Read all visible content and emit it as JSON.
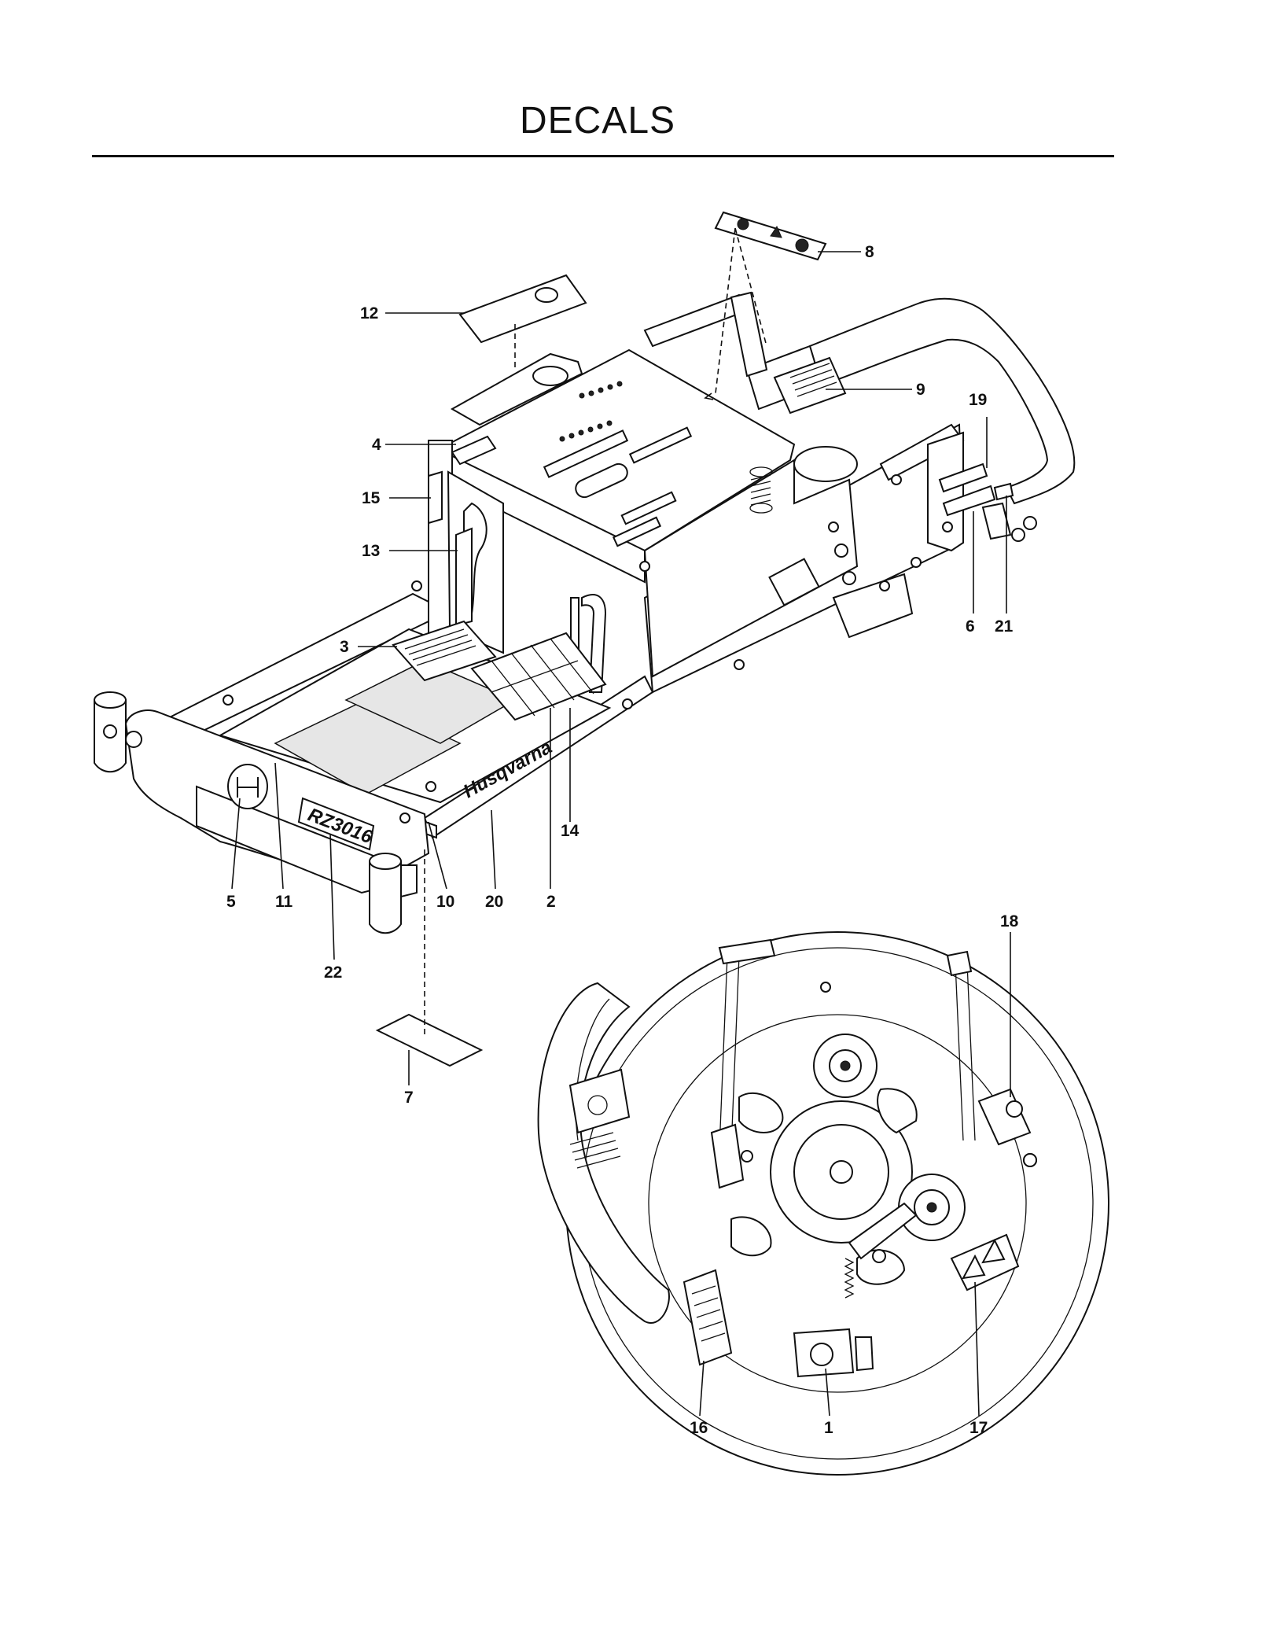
{
  "title": "DECALS",
  "branding": {
    "husqvarna_text": "Husqvarna",
    "model_text": "RZ3016"
  },
  "callouts": [
    {
      "id": "c1",
      "label": "1"
    },
    {
      "id": "c2",
      "label": "2"
    },
    {
      "id": "c3",
      "label": "3"
    },
    {
      "id": "c4",
      "label": "4"
    },
    {
      "id": "c5",
      "label": "5"
    },
    {
      "id": "c6",
      "label": "6"
    },
    {
      "id": "c7",
      "label": "7"
    },
    {
      "id": "c8",
      "label": "8"
    },
    {
      "id": "c9",
      "label": "9"
    },
    {
      "id": "c10",
      "label": "10"
    },
    {
      "id": "c11",
      "label": "11"
    },
    {
      "id": "c12",
      "label": "12"
    },
    {
      "id": "c13",
      "label": "13"
    },
    {
      "id": "c14",
      "label": "14"
    },
    {
      "id": "c15",
      "label": "15"
    },
    {
      "id": "c16",
      "label": "16"
    },
    {
      "id": "c17",
      "label": "17"
    },
    {
      "id": "c18",
      "label": "18"
    },
    {
      "id": "c19",
      "label": "19"
    },
    {
      "id": "c20",
      "label": "20"
    },
    {
      "id": "c21",
      "label": "21"
    },
    {
      "id": "c22",
      "label": "22"
    }
  ]
}
